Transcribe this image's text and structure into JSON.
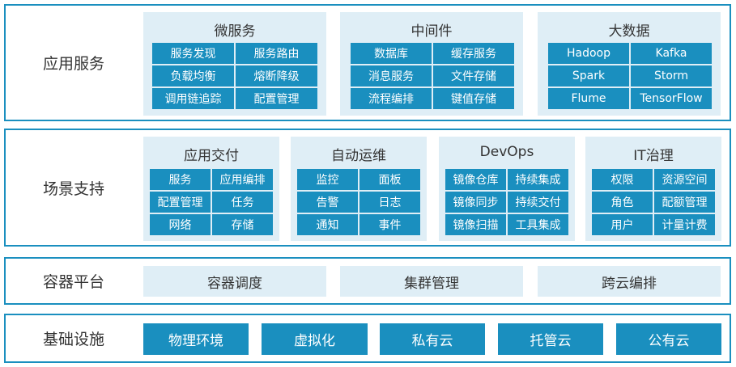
{
  "layers": {
    "app": {
      "label": "应用服务",
      "groups": [
        {
          "title": "微服务",
          "cells": [
            "服务发现",
            "服务路由",
            "负载均衡",
            "熔断降级",
            "调用链追踪",
            "配置管理"
          ]
        },
        {
          "title": "中间件",
          "cells": [
            "数据库",
            "缓存服务",
            "消息服务",
            "文件存储",
            "流程编排",
            "键值存储"
          ]
        },
        {
          "title": "大数据",
          "cells": [
            "Hadoop",
            "Kafka",
            "Spark",
            "Storm",
            "Flume",
            "TensorFlow"
          ]
        }
      ]
    },
    "scene": {
      "label": "场景支持",
      "groups": [
        {
          "title": "应用交付",
          "cells": [
            "服务",
            "应用编排",
            "配置管理",
            "任务",
            "网络",
            "存储"
          ]
        },
        {
          "title": "自动运维",
          "cells": [
            "监控",
            "面板",
            "告警",
            "日志",
            "通知",
            "事件"
          ]
        },
        {
          "title": "DevOps",
          "cells": [
            "镜像仓库",
            "持续集成",
            "镜像同步",
            "持续交付",
            "镜像扫描",
            "工具集成"
          ]
        },
        {
          "title": "IT治理",
          "cells": [
            "权限",
            "资源空间",
            "角色",
            "配额管理",
            "用户",
            "计量计费"
          ]
        }
      ]
    },
    "container": {
      "label": "容器平台",
      "items": [
        "容器调度",
        "集群管理",
        "跨云编排"
      ]
    },
    "infra": {
      "label": "基础设施",
      "items": [
        "物理环境",
        "虚拟化",
        "私有云",
        "托管云",
        "公有云"
      ]
    }
  },
  "colors": {
    "accent": "#1a8fbf",
    "light": "#dfeef6",
    "text": "#333333"
  }
}
